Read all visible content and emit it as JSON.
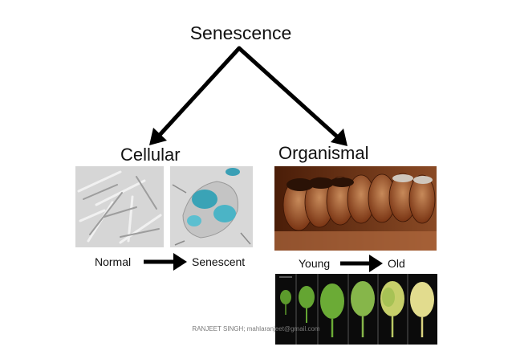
{
  "title": "Senescence",
  "branches": {
    "left": "Cellular",
    "right": "Organismal"
  },
  "cellular": {
    "from_label": "Normal",
    "to_label": "Senescent"
  },
  "organismal": {
    "from_label": "Young",
    "to_label": "Old"
  },
  "credit": "RANJEET SINGH; mahlaranjeet@gmail.com",
  "colors": {
    "arrow": "#000000",
    "stain": "#3aa3b6",
    "leaf_panel_bg": "#0b0b0b",
    "face_bg": "#6b2d10"
  }
}
